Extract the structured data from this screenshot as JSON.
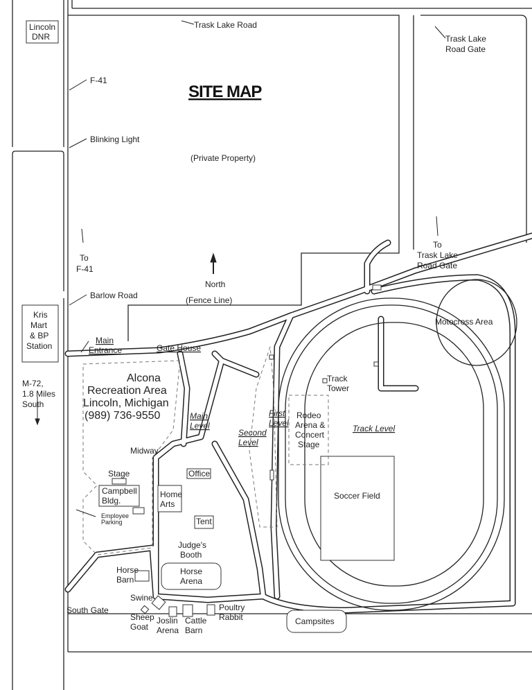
{
  "title": "SITE MAP",
  "roads": {
    "trask_lake_road": "Trask Lake Road",
    "trask_gate": [
      "Trask Lake",
      "Road Gate"
    ],
    "to_trask_gate": [
      "To",
      "Trask Lake",
      "Road Gate"
    ],
    "f41": "F-41",
    "to_f41": [
      "To",
      "F-41"
    ],
    "blinking_light": "Blinking Light",
    "barlow_road": "Barlow Road",
    "m72": [
      "M-72,",
      "1.8 Miles",
      "South"
    ]
  },
  "places": {
    "lincoln_dnr": [
      "Lincoln",
      "DNR"
    ],
    "kris_mart": [
      "Kris",
      "Mart",
      "& BP",
      "Station"
    ],
    "private_property": "(Private Property)",
    "north": "North",
    "fence_line": "(Fence Line)",
    "motocross": "Motocross Area",
    "main_entrance": [
      "Main",
      "Entrance"
    ],
    "gate_house": "Gate House",
    "recreation_area": [
      "Alcona",
      "Recreation Area",
      "Lincoln, Michigan",
      "(989) 736-9550"
    ],
    "main_level": [
      "Main",
      "Level"
    ],
    "second_level": [
      "Second",
      "Level"
    ],
    "first_level": [
      "First",
      "Level"
    ],
    "rodeo": [
      "Rodeo",
      "Arena &",
      "Concert",
      "Stage"
    ],
    "track_tower": [
      "Track",
      "Tower"
    ],
    "track_level": "Track Level",
    "soccer_field": "Soccer Field",
    "midway": "Midway",
    "stage": "Stage",
    "campbell": [
      "Campbell",
      "Bldg."
    ],
    "employee_parking": [
      "Employee",
      "Parking"
    ],
    "office": "Office",
    "home_arts": [
      "Home",
      "Arts"
    ],
    "tent": "Tent",
    "judges_booth": [
      "Judge's",
      "Booth"
    ],
    "horse_barn": [
      "Horse",
      "Barn"
    ],
    "horse_arena": [
      "Horse",
      "Arena"
    ],
    "swine": "Swine",
    "south_gate": "South Gate",
    "sheep_goat": [
      "Sheep",
      "Goat"
    ],
    "joslin_arena": [
      "Joslin",
      "Arena"
    ],
    "cattle_barn": [
      "Cattle",
      "Barn"
    ],
    "poultry_rabbit": [
      "Poultry",
      "Rabbit"
    ],
    "campsites": "Campsites"
  }
}
